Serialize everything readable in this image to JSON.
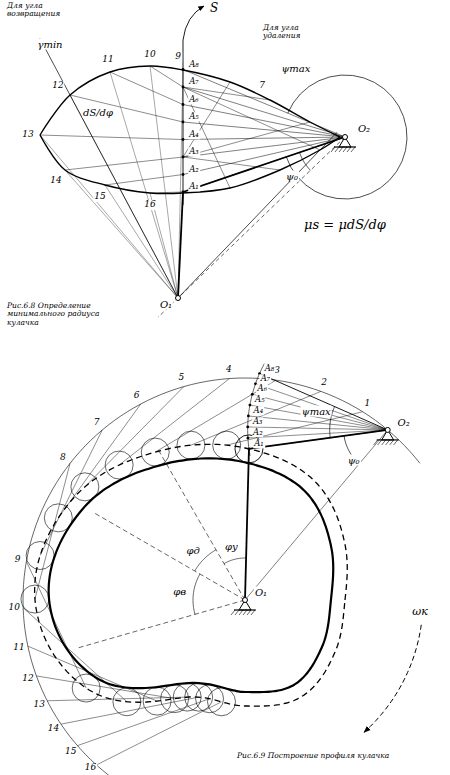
{
  "diagram": {
    "labels": [
      "Для угла возвращения",
      "Для угла удаления",
      "S",
      "γmin",
      "dS/dφ",
      "ψmax",
      "ψ₀",
      "O₂",
      "O₁",
      "μs = μdS/dφ",
      "Рис.6.8 Определение минимального радиуса кулачка",
      "9",
      "10",
      "11",
      "12",
      "13",
      "14",
      "15",
      "16",
      "7",
      "A₁",
      "A₂",
      "A₃",
      "A₄",
      "A₅",
      "A₆",
      "A₇",
      "A₈",
      "1",
      "2",
      "3",
      "4",
      "5",
      "6",
      "7",
      "8",
      "9",
      "10",
      "11",
      "12",
      "13",
      "14",
      "15",
      "16",
      "A₁",
      "A₂",
      "A₃",
      "A₄",
      "A₅",
      "A₆",
      "A₇",
      "A₈",
      "ψmax",
      "ψ₀",
      "O₂",
      "O₁",
      "φу",
      "φд",
      "φв",
      "ωк",
      "Рис.6.9 Построение профиля кулачка"
    ]
  }
}
